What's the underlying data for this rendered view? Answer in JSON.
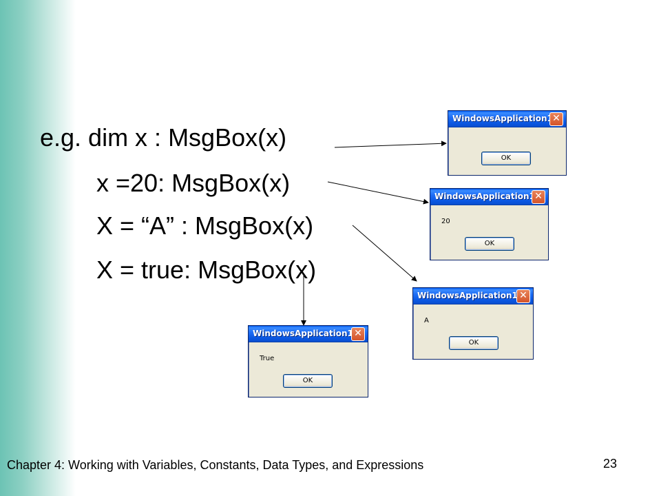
{
  "slide": {
    "code_lines": [
      "e.g. dim x : MsgBox(x)",
      "x =20: MsgBox(x)",
      "X = “A” : MsgBox(x)",
      "X = true: MsgBox(x)"
    ],
    "footer": "Chapter 4: Working with Variables, Constants, Data Types,  and Expressions",
    "page_number": "23"
  },
  "message_boxes": [
    {
      "title": "WindowsApplication1",
      "message": "",
      "ok_label": "OK",
      "close_glyph": "✕"
    },
    {
      "title": "WindowsApplication1",
      "message": "20",
      "ok_label": "OK",
      "close_glyph": "✕"
    },
    {
      "title": "WindowsApplication1",
      "message": "A",
      "ok_label": "OK",
      "close_glyph": "✕"
    },
    {
      "title": "WindowsApplication1",
      "message": "True",
      "ok_label": "OK",
      "close_glyph": "✕"
    }
  ],
  "colors": {
    "accent_band": "#6cc3b4",
    "titlebar_blue": "#0a56e0",
    "dialog_face": "#ece9d8"
  }
}
